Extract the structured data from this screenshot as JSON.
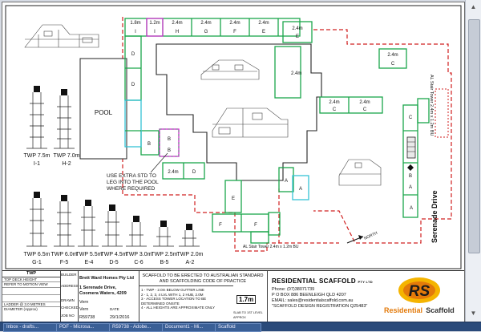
{
  "plan": {
    "labels": {
      "pool": "POOL",
      "note_line1": "USE EXTRA STD TO",
      "note_line2": "LEG INTO THE POOL",
      "note_line3": "WHERE REQUIRED",
      "street": "Serenade Drive",
      "north": "NORTH",
      "tower_right": "AL Stair Tower 2.4m x 1.2m BU",
      "tower_bottom": "AL Stair Tower 2.4m x 1.2m BU"
    },
    "top_bays": [
      {
        "size": "1.8m",
        "letter": "I"
      },
      {
        "size": "1.2m",
        "letter": "I"
      },
      {
        "size": "2.4m",
        "letter": "H"
      },
      {
        "size": "2.4m",
        "letter": "G"
      },
      {
        "size": "2.4m",
        "letter": "F"
      },
      {
        "size": "2.4m",
        "letter": "E"
      }
    ],
    "bay_letters": {
      "d": "D",
      "c": "C",
      "b": "B",
      "a": "A",
      "f": "F",
      "e": "E",
      "d2": "D",
      "c2": "C"
    },
    "sizes": {
      "s24": "2.4m",
      "s18": "1.8m",
      "s12": "1.2m"
    }
  },
  "towers": {
    "top_row": [
      {
        "label": "TWP 7.5m",
        "id": "I-1"
      },
      {
        "label": "TWP 7.0m",
        "id": "H-2"
      }
    ],
    "bottom_row": [
      {
        "label": "TWP 6.5m",
        "id": "G-1"
      },
      {
        "label": "TWP 6.0m",
        "id": "F-5"
      },
      {
        "label": "TWP 5.5m",
        "id": "E-4"
      },
      {
        "label": "TWP 4.5m",
        "id": "D-5"
      },
      {
        "label": "TWP 3.0m",
        "id": "C-6"
      },
      {
        "label": "TWP 2.5m",
        "id": "B-5"
      },
      {
        "label": "TWP 2.0m",
        "id": "A-2"
      }
    ]
  },
  "title_block": {
    "twp": "TWP",
    "rows": [
      "TOP DECK HEIGHT",
      "REFER TO MOTION VIEW",
      "",
      "",
      "LADDER @ 3.0 METRES",
      "DIAMETER (Approx)"
    ],
    "builder_label": "BUILDER",
    "builder": "Brett Ward Homes Pty Ltd",
    "address_label": "ADDRESS",
    "address1": "1 Serenade Drive,",
    "address2": "Coomera Waters, 4209",
    "drawn_label": "DRAWN",
    "drawn": "Vern",
    "checked_label": "CHECKED",
    "checked": "Vern",
    "job_label": "JOB NO",
    "job": "R59738",
    "date_label": "DATE",
    "date": "29/1/2016",
    "standard_line1": "SCAFFOLD TO BE ERECTED TO AUSTRALIAN STANDARD",
    "standard_line2": "AND SCAFFOLDING CODE OF PRACTICE",
    "notes": [
      "1 - TWP - 2.0m BELOW GUTTER LINE",
      "2 - 1, 2, 3, 4 LVL WITH 1, 2 HUB, 2.0M",
      "3 - ACCESS TOWER LOCATION TO BE DETERMINED ONSITE",
      "4 - ALL HEIGHTS ARE APPROXIMATE ONLY"
    ],
    "slab_height": "1.7m",
    "slab_caption": "SLAB TO 1ST LEVEL APPROX",
    "company": "RESIDENTIAL SCAFFOLD",
    "company_suffix": "PTY LTD",
    "phone": "Phone: (07)38071739",
    "pobox": "P O BOX 886 BEENLEIGH QLD 4207",
    "email": "EMAIL: sales@residentialscaffold.com.au",
    "registration": "\"SCAFFOLD DESIGN REGISTRATION Q25483\"",
    "logo_letters": "RS",
    "logo_word1": "Residential",
    "logo_word2": "Scaffold"
  },
  "taskbar": {
    "items": [
      "Inbox - drafts...",
      "PDF - Microsa...",
      "R59738 - Adobe...",
      "Document1 - Mi...",
      "Scaffold"
    ]
  },
  "colors": {
    "green": "#1aa64a",
    "magenta": "#d22ad2",
    "cyan": "#35c3d6",
    "red_dash": "#d02020",
    "logo_yellow": "#f5b400",
    "logo_orange": "#e37a0a"
  }
}
